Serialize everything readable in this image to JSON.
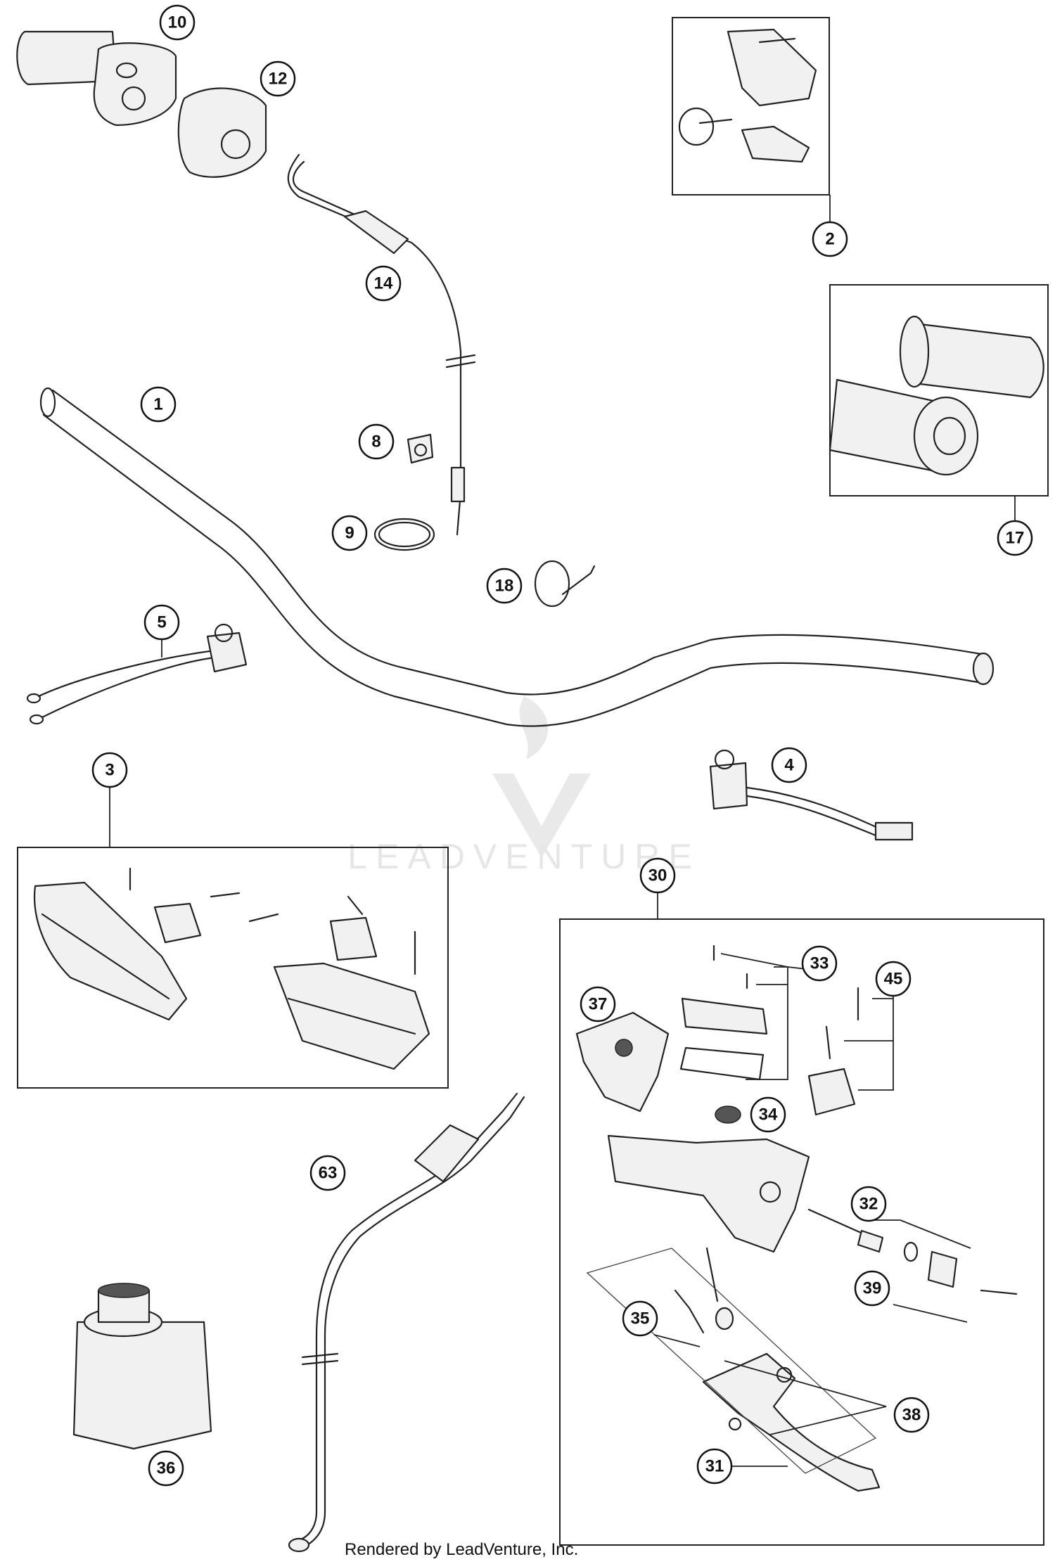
{
  "watermark": {
    "brand": "LEADVENTURE"
  },
  "footer": {
    "credit": "Rendered by LeadVenture, Inc."
  },
  "callouts": [
    {
      "id": "c1",
      "label": "1"
    },
    {
      "id": "c2",
      "label": "2"
    },
    {
      "id": "c3",
      "label": "3"
    },
    {
      "id": "c4",
      "label": "4"
    },
    {
      "id": "c5",
      "label": "5"
    },
    {
      "id": "c8",
      "label": "8"
    },
    {
      "id": "c9",
      "label": "9"
    },
    {
      "id": "c10",
      "label": "10"
    },
    {
      "id": "c12",
      "label": "12"
    },
    {
      "id": "c14",
      "label": "14"
    },
    {
      "id": "c17",
      "label": "17"
    },
    {
      "id": "c18",
      "label": "18"
    },
    {
      "id": "c30",
      "label": "30"
    },
    {
      "id": "c31",
      "label": "31"
    },
    {
      "id": "c32",
      "label": "32"
    },
    {
      "id": "c33",
      "label": "33"
    },
    {
      "id": "c34",
      "label": "34"
    },
    {
      "id": "c35",
      "label": "35"
    },
    {
      "id": "c36",
      "label": "36"
    },
    {
      "id": "c37",
      "label": "37"
    },
    {
      "id": "c38",
      "label": "38"
    },
    {
      "id": "c39",
      "label": "39"
    },
    {
      "id": "c45",
      "label": "45"
    },
    {
      "id": "c63",
      "label": "63"
    }
  ]
}
